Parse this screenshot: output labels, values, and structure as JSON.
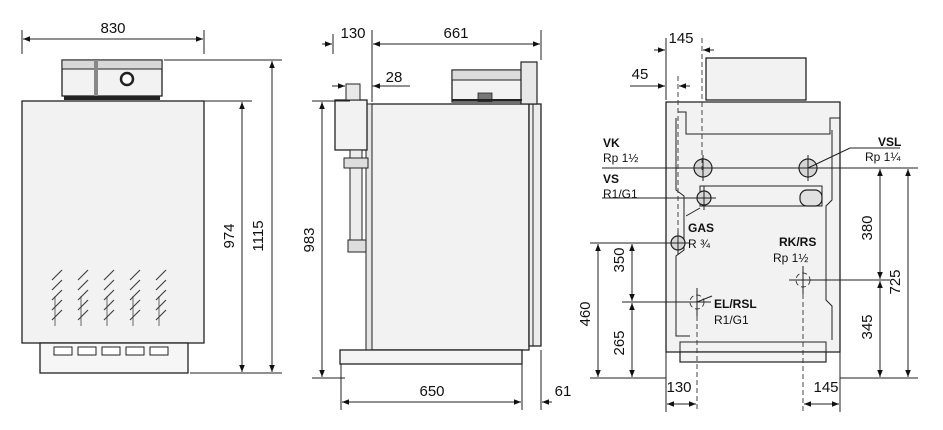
{
  "dimensions": {
    "front_width": "830",
    "front_height_974": "974",
    "front_height_1115": "1115",
    "side_130": "130",
    "side_661": "661",
    "side_28": "28",
    "side_983": "983",
    "side_650": "650",
    "side_61": "61",
    "rear_145_top": "145",
    "rear_45": "45",
    "rear_350": "350",
    "rear_460": "460",
    "rear_265": "265",
    "rear_380": "380",
    "rear_345": "345",
    "rear_725": "725",
    "rear_130_bottom": "130",
    "rear_145_bottom": "145"
  },
  "connections": {
    "vk": {
      "name": "VK",
      "thread": "Rp 1½"
    },
    "vs": {
      "name": "VS",
      "thread": "R1/G1"
    },
    "gas": {
      "name": "GAS",
      "thread": "R ¾"
    },
    "el_rsl": {
      "name": "EL/RSL",
      "thread": "R1/G1"
    },
    "vsl": {
      "name": "VSL",
      "thread": "Rp 1¼"
    },
    "rk_rs": {
      "name": "RK/RS",
      "thread": "Rp 1½"
    }
  }
}
